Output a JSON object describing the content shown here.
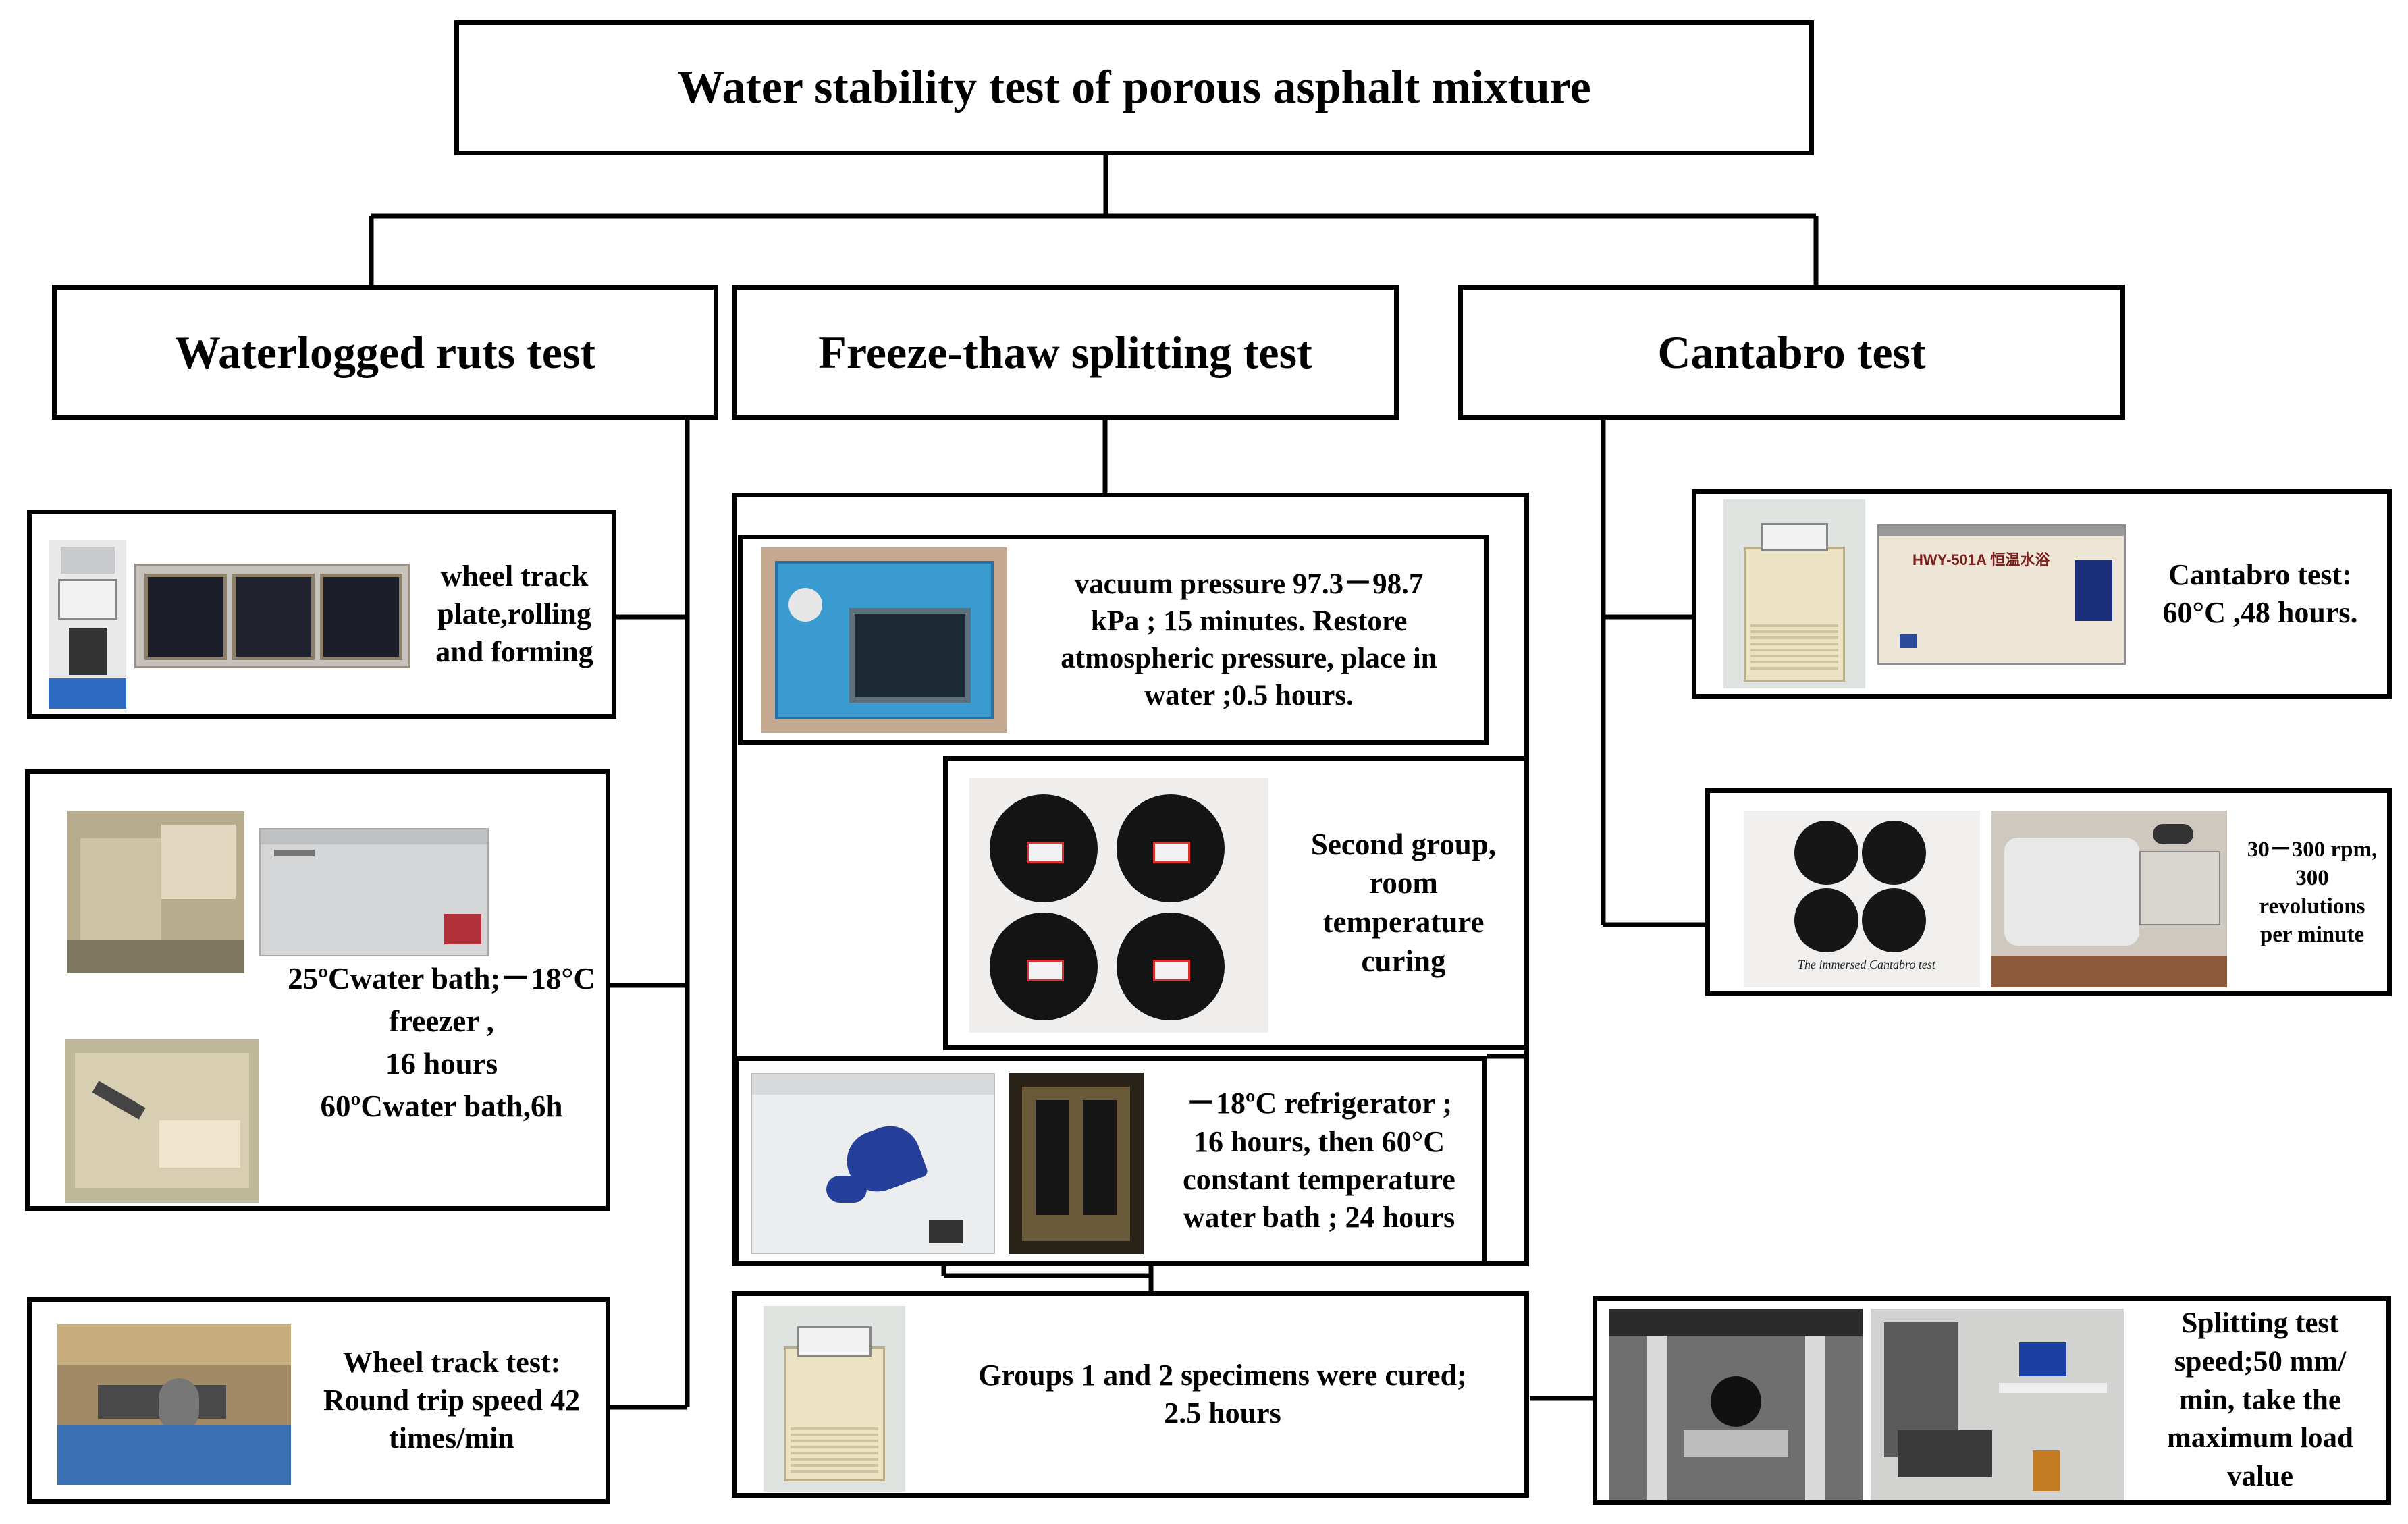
{
  "title": "Water stability test of porous asphalt mixture",
  "branches": {
    "waterlogged": "Waterlogged ruts test",
    "freeze": "Freeze-thaw splitting test",
    "cantabro": "Cantabro test"
  },
  "left": {
    "forming": "wheel track plate,rolling and forming",
    "conditioning": "25ºCwater bath;－18°C freezer ,\n16 hours\n60ºCwater bath,6h",
    "wheel_test": "Wheel track test:\nRound trip speed 42\ntimes/min"
  },
  "middle": {
    "vacuum": "vacuum pressure 97.3－98.7\nkPa ; 15 minutes.  Restore\natmospheric pressure, place in\nwater ;0.5 hours.",
    "second_group": "Second group,\nroom\ntemperature\ncuring",
    "refrigerator": "－18ºC refrigerator ;\n16 hours, then 60°C\nconstant temperature\nwater bath ; 24 hours",
    "cured": "Groups 1 and 2 specimens were cured;\n2.5 hours",
    "splitting": "Splitting test\nspeed;50 mm/\nmin, take the\nmaximum load\nvalue"
  },
  "right": {
    "cantabro_cond": "Cantabro test:\n60°C ,48 hours.",
    "drum": "30－300 rpm,\n300\nrevolutions\nper minute",
    "bath_label": "HWY-501A   恒温水浴",
    "specimen_note": "The immersed Cantabro test"
  },
  "icons": [
    "rut-compactor-photo",
    "slab-photo",
    "water-tank-photo",
    "chest-freezer-photo",
    "vacuum-oven-photo",
    "specimen-photo",
    "dolphin-freezer-photo",
    "cured-specimen-photo",
    "incubator-photo",
    "thermostatic-bath-photo",
    "cantabro-drum-photo",
    "testing-machine-photo",
    "wheel-track-machine-photo"
  ],
  "colors": {
    "line": "#000000",
    "oven": "#3a9bd0",
    "freezer": "#d8d8d8",
    "asphalt": "#141414"
  }
}
